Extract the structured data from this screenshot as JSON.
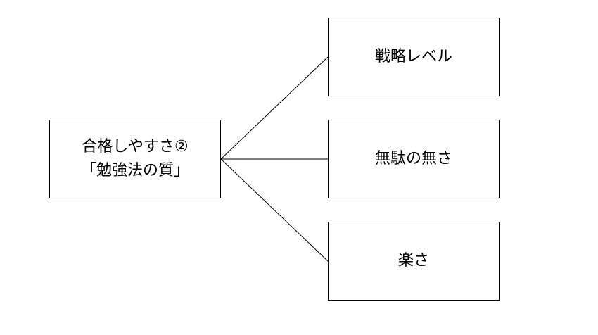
{
  "diagram": {
    "root": {
      "line1": "合格しやすさ②",
      "line2": "「勉強法の質」"
    },
    "children": [
      {
        "label": "戦略レベル"
      },
      {
        "label": "無駄の無さ"
      },
      {
        "label": "楽さ"
      }
    ]
  }
}
